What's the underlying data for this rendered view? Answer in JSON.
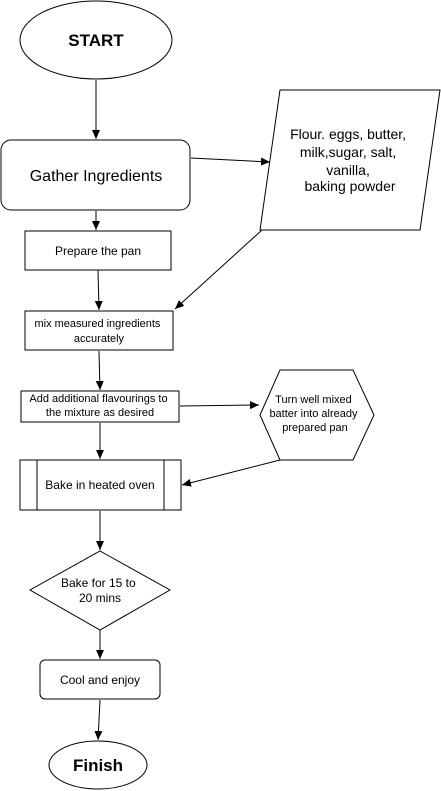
{
  "diagram": {
    "nodes": {
      "start": {
        "lines": [
          "START"
        ]
      },
      "gather": {
        "lines": [
          "Gather Ingredients"
        ]
      },
      "ingredients": {
        "lines": [
          "Flour. eggs, butter,",
          "milk,sugar, salt,",
          "vanilla,",
          "baking powder"
        ]
      },
      "prepare_pan": {
        "lines": [
          "Prepare the pan"
        ]
      },
      "mix": {
        "lines": [
          "mix measured ingredients",
          "accurately"
        ]
      },
      "flavourings": {
        "lines": [
          "Add additional flavourings to",
          "the mixture as desired"
        ]
      },
      "turn_batter": {
        "lines": [
          "Turn well mixed",
          "batter into already",
          "prepared pan"
        ]
      },
      "bake": {
        "lines": [
          "Bake in heated oven"
        ]
      },
      "bake_time": {
        "lines": [
          "Bake for 15 to",
          "20 mins"
        ]
      },
      "cool": {
        "lines": [
          "Cool and enjoy"
        ]
      },
      "finish": {
        "lines": [
          "Finish"
        ]
      }
    }
  }
}
